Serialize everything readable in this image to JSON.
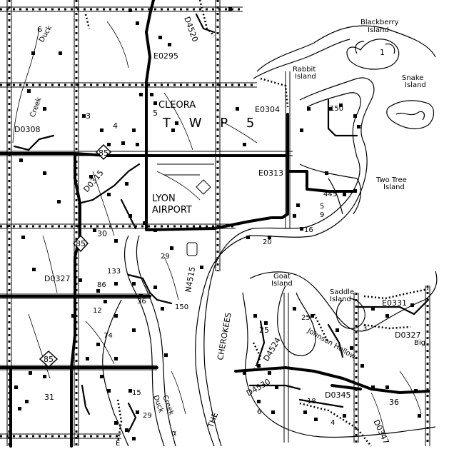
{
  "map": {
    "township": "T W P 5",
    "towns": {
      "cleora": "CLEORA",
      "lyon": "LYON",
      "airport": "AIRPORT"
    },
    "lake": {
      "name": "THE CHEROKEES",
      "part1": "THE",
      "part2": "CHEROKEES"
    },
    "islands": {
      "blackberry_1": "Blackberry",
      "blackberry_2": "Island",
      "rabbit_1": "Rabbit",
      "rabbit_2": "Island",
      "snake_1": "Snake",
      "snake_2": "Island",
      "two_tree_1": "Two Tree",
      "two_tree_2": "Island",
      "goat_1": "Goat",
      "goat_2": "Island",
      "saddle_1": "Saddle",
      "saddle_2": "Island"
    },
    "roads": {
      "d0308": "D0308",
      "d0315": "D0315",
      "d0327_west": "D0327",
      "d0327_east": "D0327",
      "d4520": "D4520",
      "e0295": "E0295",
      "e0304": "E0304",
      "e0313": "E0313",
      "e0331": "E0331",
      "n4515": "N4515",
      "d4524": "D4524",
      "d4530": "D4530",
      "d0345": "D0345",
      "d0347": "D0347"
    },
    "shields": {
      "s85a": "85",
      "s85b": "85",
      "s85c": "85"
    },
    "sections": {
      "s6": "6",
      "s5": "5",
      "s4": "4",
      "s3": "3",
      "s31": "31",
      "s1": "1",
      "s36": "36",
      "s25": "25",
      "s30": "30"
    },
    "numbers": {
      "n150a": "150",
      "n445": "445",
      "n5a": "5",
      "n9": "9",
      "n16": "16",
      "n20": "20",
      "n29": "29",
      "n133": "133",
      "n86": "86",
      "n12": "12",
      "n74": "74",
      "n36": "36",
      "n150b": "150",
      "n15": "15",
      "n29b": "29",
      "n18": "18",
      "n4": "4",
      "n6": "6",
      "n25": "25",
      "n3": "3"
    },
    "creeks": {
      "duck_upper": "Duck",
      "duck_lower": "Duck",
      "creek_upper": "Creek",
      "creek_lower": "Creek",
      "johnson_hollow": "Johnson Hollow",
      "big": "Big"
    },
    "misc": {
      "alpha": "α",
      "e_label": "E"
    }
  }
}
